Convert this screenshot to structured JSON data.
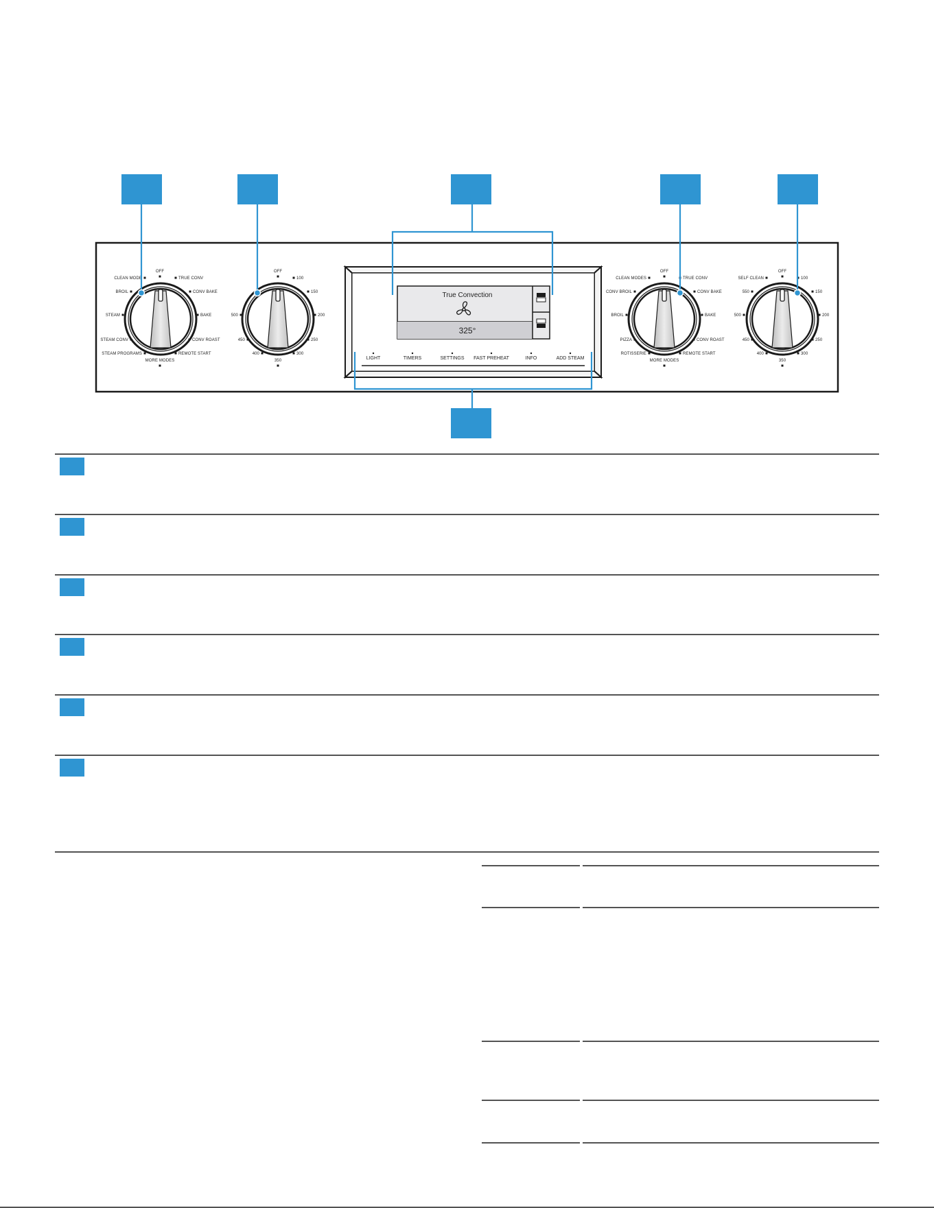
{
  "panel": {
    "left_mode_knob": {
      "labels": [
        "OFF",
        "TRUE CONV",
        "CONV BAKE",
        "BAKE",
        "CONV ROAST",
        "REMOTE START",
        "MORE MODES",
        "STEAM PROGRAMS",
        "STEAM CONV",
        "STEAM",
        "BROIL",
        "CLEAN MODE"
      ]
    },
    "left_temp_knob": {
      "labels": [
        "OFF",
        "100",
        "150",
        "200",
        "250",
        "300",
        "350",
        "400",
        "450",
        "500"
      ]
    },
    "display": {
      "mode_title": "True Convection",
      "icon": "fan-icon",
      "temperature": "325°"
    },
    "touch_keys": [
      "LIGHT",
      "TIMERS",
      "SETTINGS",
      "FAST PREHEAT",
      "INFO",
      "ADD STEAM"
    ],
    "right_mode_knob": {
      "labels": [
        "OFF",
        "TRUE CONV",
        "CONV BAKE",
        "BAKE",
        "CONV ROAST",
        "REMOTE START",
        "MORE MODES",
        "ROTISSERIE",
        "PIZZA",
        "BROIL",
        "CONV BROIL",
        "CLEAN MODES"
      ]
    },
    "right_temp_knob": {
      "labels": [
        "OFF",
        "100",
        "150",
        "200",
        "250",
        "300",
        "350",
        "400",
        "450",
        "500",
        "550",
        "SELF CLEAN"
      ]
    }
  },
  "colors": {
    "callout_blue": "#2f95d2",
    "display_screen": "#e9e9eb",
    "knob_highlight": "#d4d4d4"
  }
}
